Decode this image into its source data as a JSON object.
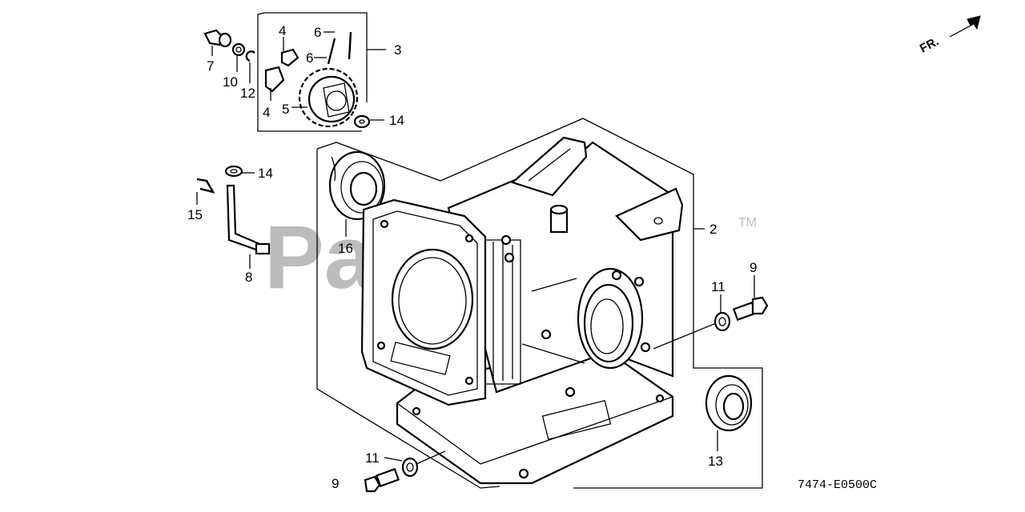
{
  "watermark": {
    "text": "PartsTree",
    "tm": "TM"
  },
  "orientation": {
    "label": "FR."
  },
  "diagram_code": "7474-E0500C",
  "callouts": {
    "c2": "2",
    "c3": "3",
    "c4a": "4",
    "c4b": "4",
    "c5": "5",
    "c6a": "6",
    "c6b": "6",
    "c7": "7",
    "c8": "8",
    "c9a": "9",
    "c9b": "9",
    "c10": "10",
    "c11a": "11",
    "c11b": "11",
    "c12": "12",
    "c13": "13",
    "c14a": "14",
    "c14b": "14",
    "c15": "15",
    "c16": "16"
  }
}
